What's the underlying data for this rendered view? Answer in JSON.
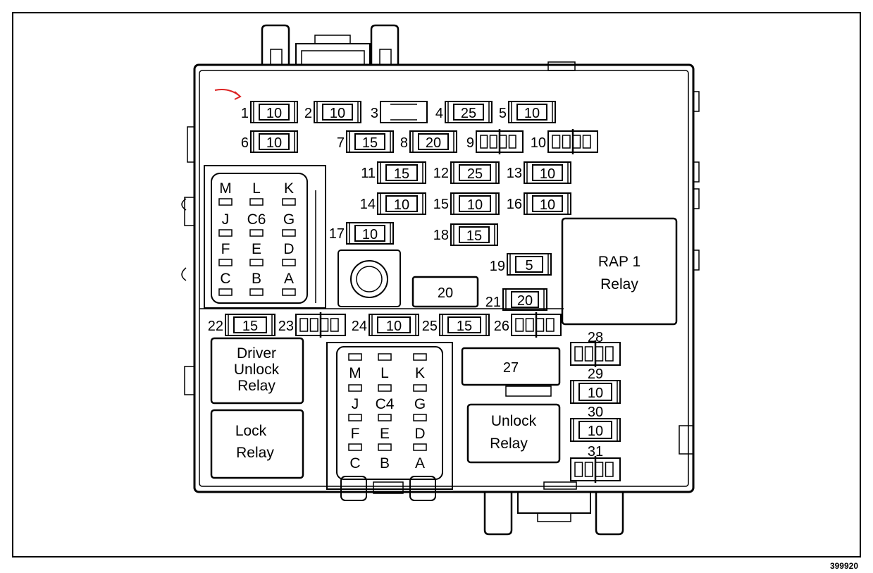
{
  "figure_id": "399920",
  "fuses_top": [
    {
      "num": "1",
      "rating": "10"
    },
    {
      "num": "2",
      "rating": "10"
    },
    {
      "num": "3",
      "rating": ""
    },
    {
      "num": "4",
      "rating": "25"
    },
    {
      "num": "5",
      "rating": "10"
    },
    {
      "num": "6",
      "rating": "10"
    },
    {
      "num": "7",
      "rating": "15"
    },
    {
      "num": "8",
      "rating": "20"
    },
    {
      "num": "9",
      "rating": ""
    },
    {
      "num": "10",
      "rating": ""
    },
    {
      "num": "11",
      "rating": "15"
    },
    {
      "num": "12",
      "rating": "25"
    },
    {
      "num": "13",
      "rating": "10"
    },
    {
      "num": "14",
      "rating": "10"
    },
    {
      "num": "15",
      "rating": "10"
    },
    {
      "num": "16",
      "rating": "10"
    },
    {
      "num": "17",
      "rating": "10"
    },
    {
      "num": "18",
      "rating": "15"
    },
    {
      "num": "19",
      "rating": "5"
    },
    {
      "num": "20",
      "rating": "20"
    },
    {
      "num": "21",
      "rating": "20"
    },
    {
      "num": "22",
      "rating": "15"
    },
    {
      "num": "23",
      "rating": ""
    },
    {
      "num": "24",
      "rating": "10"
    },
    {
      "num": "25",
      "rating": "15"
    },
    {
      "num": "26",
      "rating": ""
    },
    {
      "num": "27",
      "rating": "27"
    },
    {
      "num": "28",
      "rating": ""
    },
    {
      "num": "29",
      "rating": "10"
    },
    {
      "num": "30",
      "rating": "10"
    },
    {
      "num": "31",
      "rating": ""
    }
  ],
  "connector_c6": {
    "name": "C6",
    "rows": [
      [
        "M",
        "L",
        "K"
      ],
      [
        "J",
        "",
        "G"
      ],
      [
        "F",
        "E",
        "D"
      ],
      [
        "C",
        "B",
        "A"
      ]
    ]
  },
  "connector_c4": {
    "name": "C4",
    "rows": [
      [
        "M",
        "L",
        "K"
      ],
      [
        "J",
        "",
        "G"
      ],
      [
        "F",
        "E",
        "D"
      ],
      [
        "C",
        "B",
        "A"
      ]
    ]
  },
  "relays": {
    "rap1": [
      "RAP 1",
      "Relay"
    ],
    "driver_unlock": [
      "Driver",
      "Unlock",
      "Relay"
    ],
    "lock": [
      "Lock",
      "Relay"
    ],
    "unlock": [
      "Unlock",
      "Relay"
    ]
  }
}
